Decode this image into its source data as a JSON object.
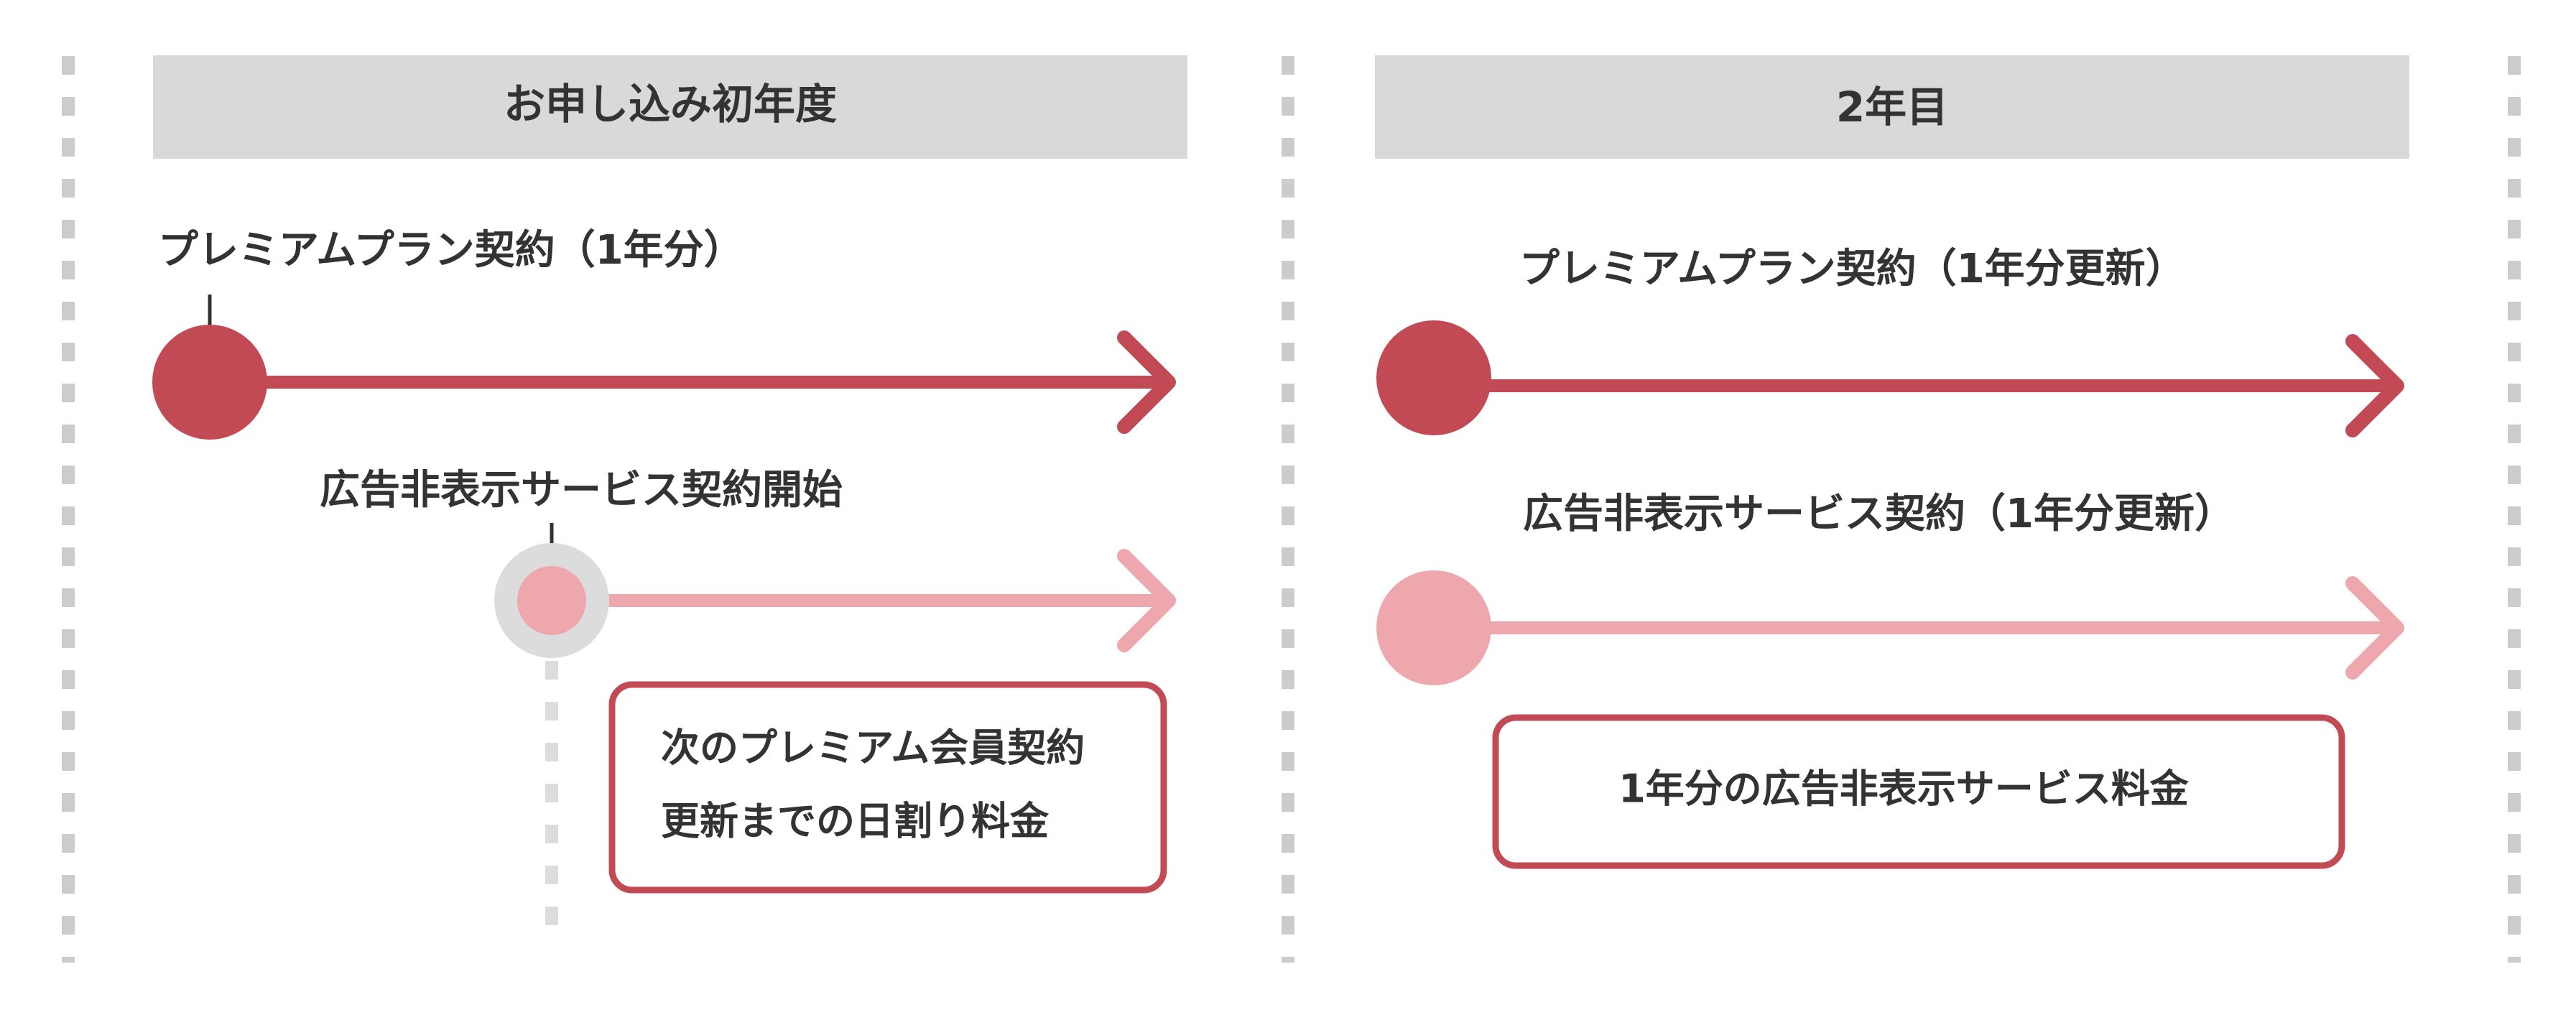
{
  "colors": {
    "premium": "#c24a55",
    "adfree": "#efa7ae",
    "divider": "#cccccc",
    "header_bg": "#d9d9d9",
    "marker_ring": "#dcdcdc",
    "text": "#333333"
  },
  "year1": {
    "header": "お申し込み初年度",
    "premium_label": "プレミアムプラン契約（1年分）",
    "adfree_label": "広告非表示サービス契約開始",
    "note_line1": "次のプレミアム会員契約",
    "note_line2": "更新までの日割り料金"
  },
  "year2": {
    "header": "2年目",
    "premium_label": "プレミアムプラン契約（1年分更新）",
    "adfree_label": "広告非表示サービス契約（1年分更新）",
    "note": "1年分の広告非表示サービス料金"
  }
}
